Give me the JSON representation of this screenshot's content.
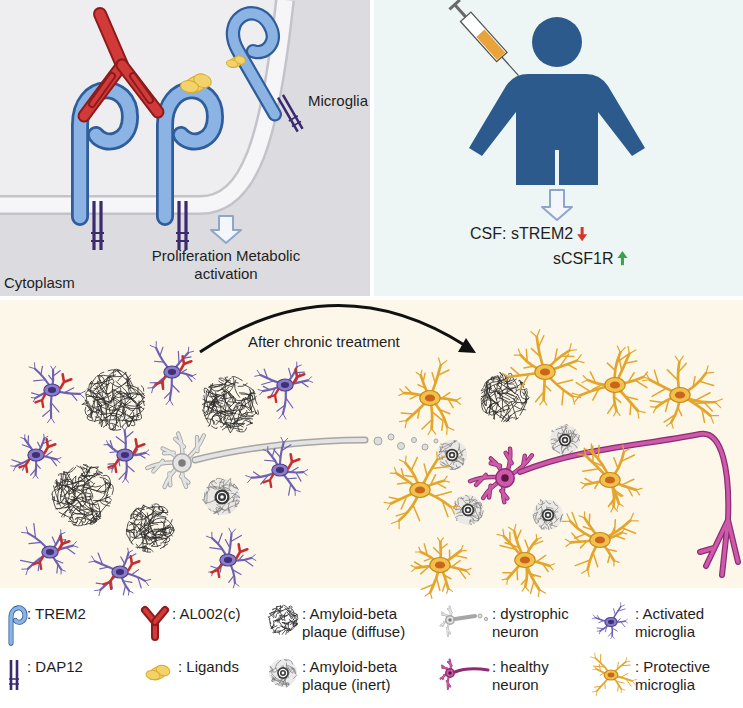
{
  "diagram": {
    "labels": [
      "Microglia",
      "Proliferation Metabolic activation",
      "Cytoplasm",
      "CSF: sTREM2",
      "sCSF1R",
      "After chronic treatment"
    ],
    "legend": [
      {
        "text": ": TREM2"
      },
      {
        "text": ": AL002(c)"
      },
      {
        "text": ": Amyloid-beta plaque (diffuse)"
      },
      {
        "text": ": dystrophic neuron"
      },
      {
        "text": ": Activated microglia"
      },
      {
        "text": ": DAP12"
      },
      {
        "text": ": Ligands"
      },
      {
        "text": ": Amyloid-beta plaque (inert)"
      },
      {
        "text": ": healthy neuron"
      },
      {
        "text": ": Protective microglia"
      }
    ]
  }
}
